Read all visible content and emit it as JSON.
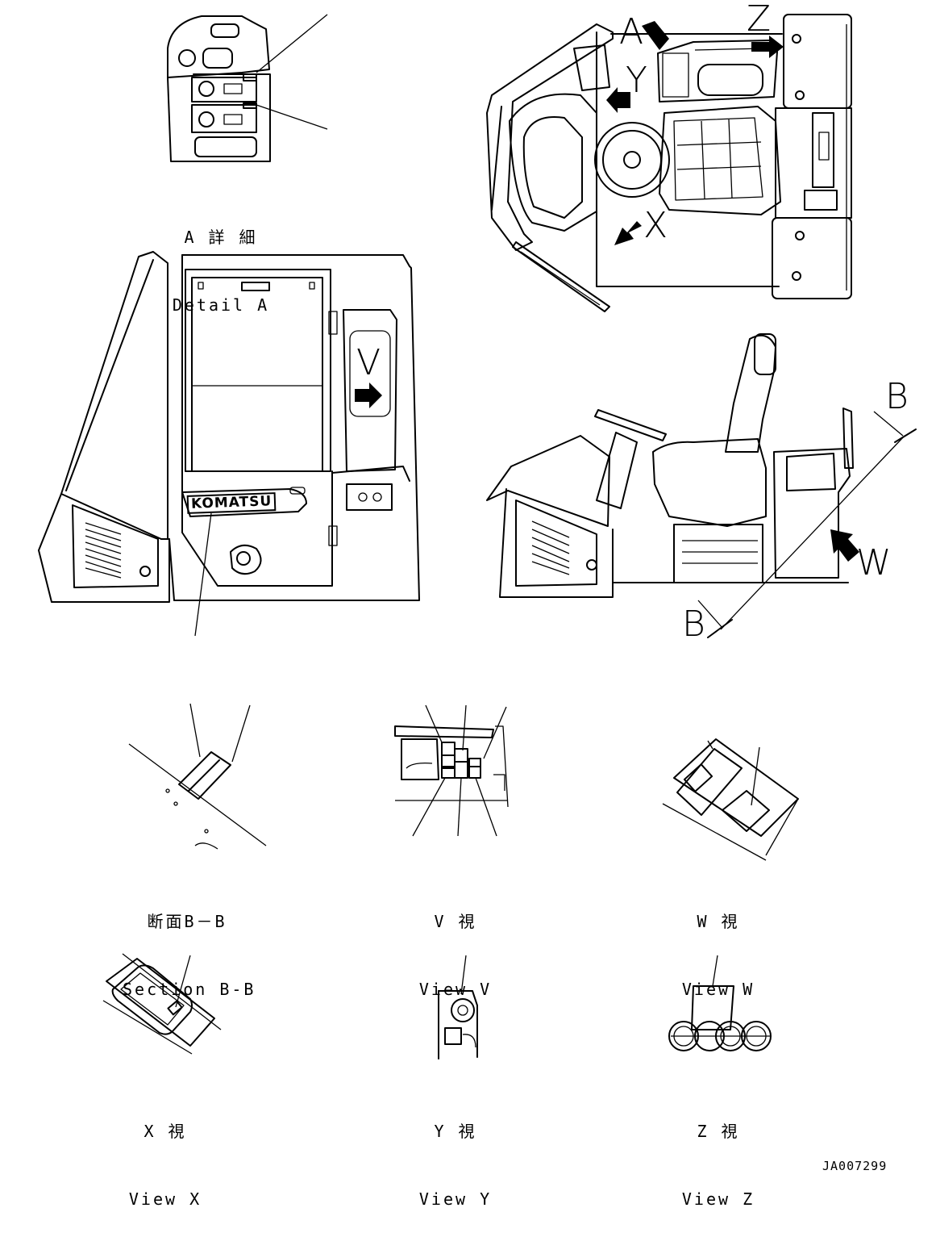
{
  "drawing": {
    "number": "JA007299",
    "logo_text": "KOMATSU"
  },
  "view_letters": {
    "A": "A",
    "Z": "Z",
    "Y": "Y",
    "X": "X",
    "V": "V",
    "W": "W",
    "B_top": "B",
    "B_bottom": "B"
  },
  "captions": {
    "detail_a": {
      "jp": "A 詳 細",
      "en": "Detail A"
    },
    "section_bb": {
      "jp": "断面B－B",
      "en": "Section B-B"
    },
    "view_v": {
      "jp": "V 視",
      "en": "View V"
    },
    "view_w": {
      "jp": "W 視",
      "en": "View W"
    },
    "view_x": {
      "jp": "X 視",
      "en": "View X"
    },
    "view_y": {
      "jp": "Y 視",
      "en": "View Y"
    },
    "view_z": {
      "jp": "Z 視",
      "en": "View Z"
    }
  }
}
